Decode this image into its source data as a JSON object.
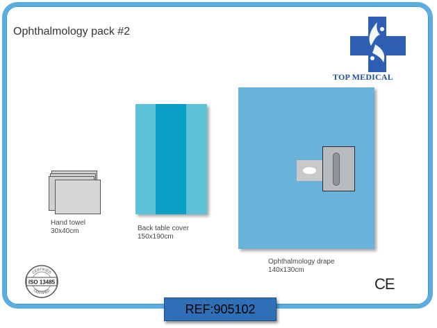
{
  "page": {
    "title": "Ophthalmology pack #2",
    "brand": "TOP MEDICAL",
    "ref": "REF:905102",
    "ce_mark": "CE",
    "iso_badge": {
      "top_text": "CERTIFIED",
      "center_text": "ISO 13485",
      "bottom_text": "CERTIFIED"
    }
  },
  "items": {
    "hand_towel": {
      "name": "Hand towel",
      "size": "30x40cm"
    },
    "back_table_cover": {
      "name": "Back table cover",
      "size": "150x190cm"
    },
    "drape": {
      "name": "Ophthalmology drape",
      "size": "140x130cm"
    }
  },
  "colors": {
    "frame": "#5aaee2",
    "logo_blue": "#2f5fb3",
    "brand_text": "#1f4f99",
    "stripe_light": "#5cc2d8",
    "stripe_dark": "#0a9fc7",
    "drape_blue": "#69b3da",
    "ref_button": "#2e6fb8"
  },
  "icons": {
    "logo": "medical-cross-hands-icon",
    "iso": "iso-certified-seal-icon",
    "ce": "ce-mark-icon"
  }
}
